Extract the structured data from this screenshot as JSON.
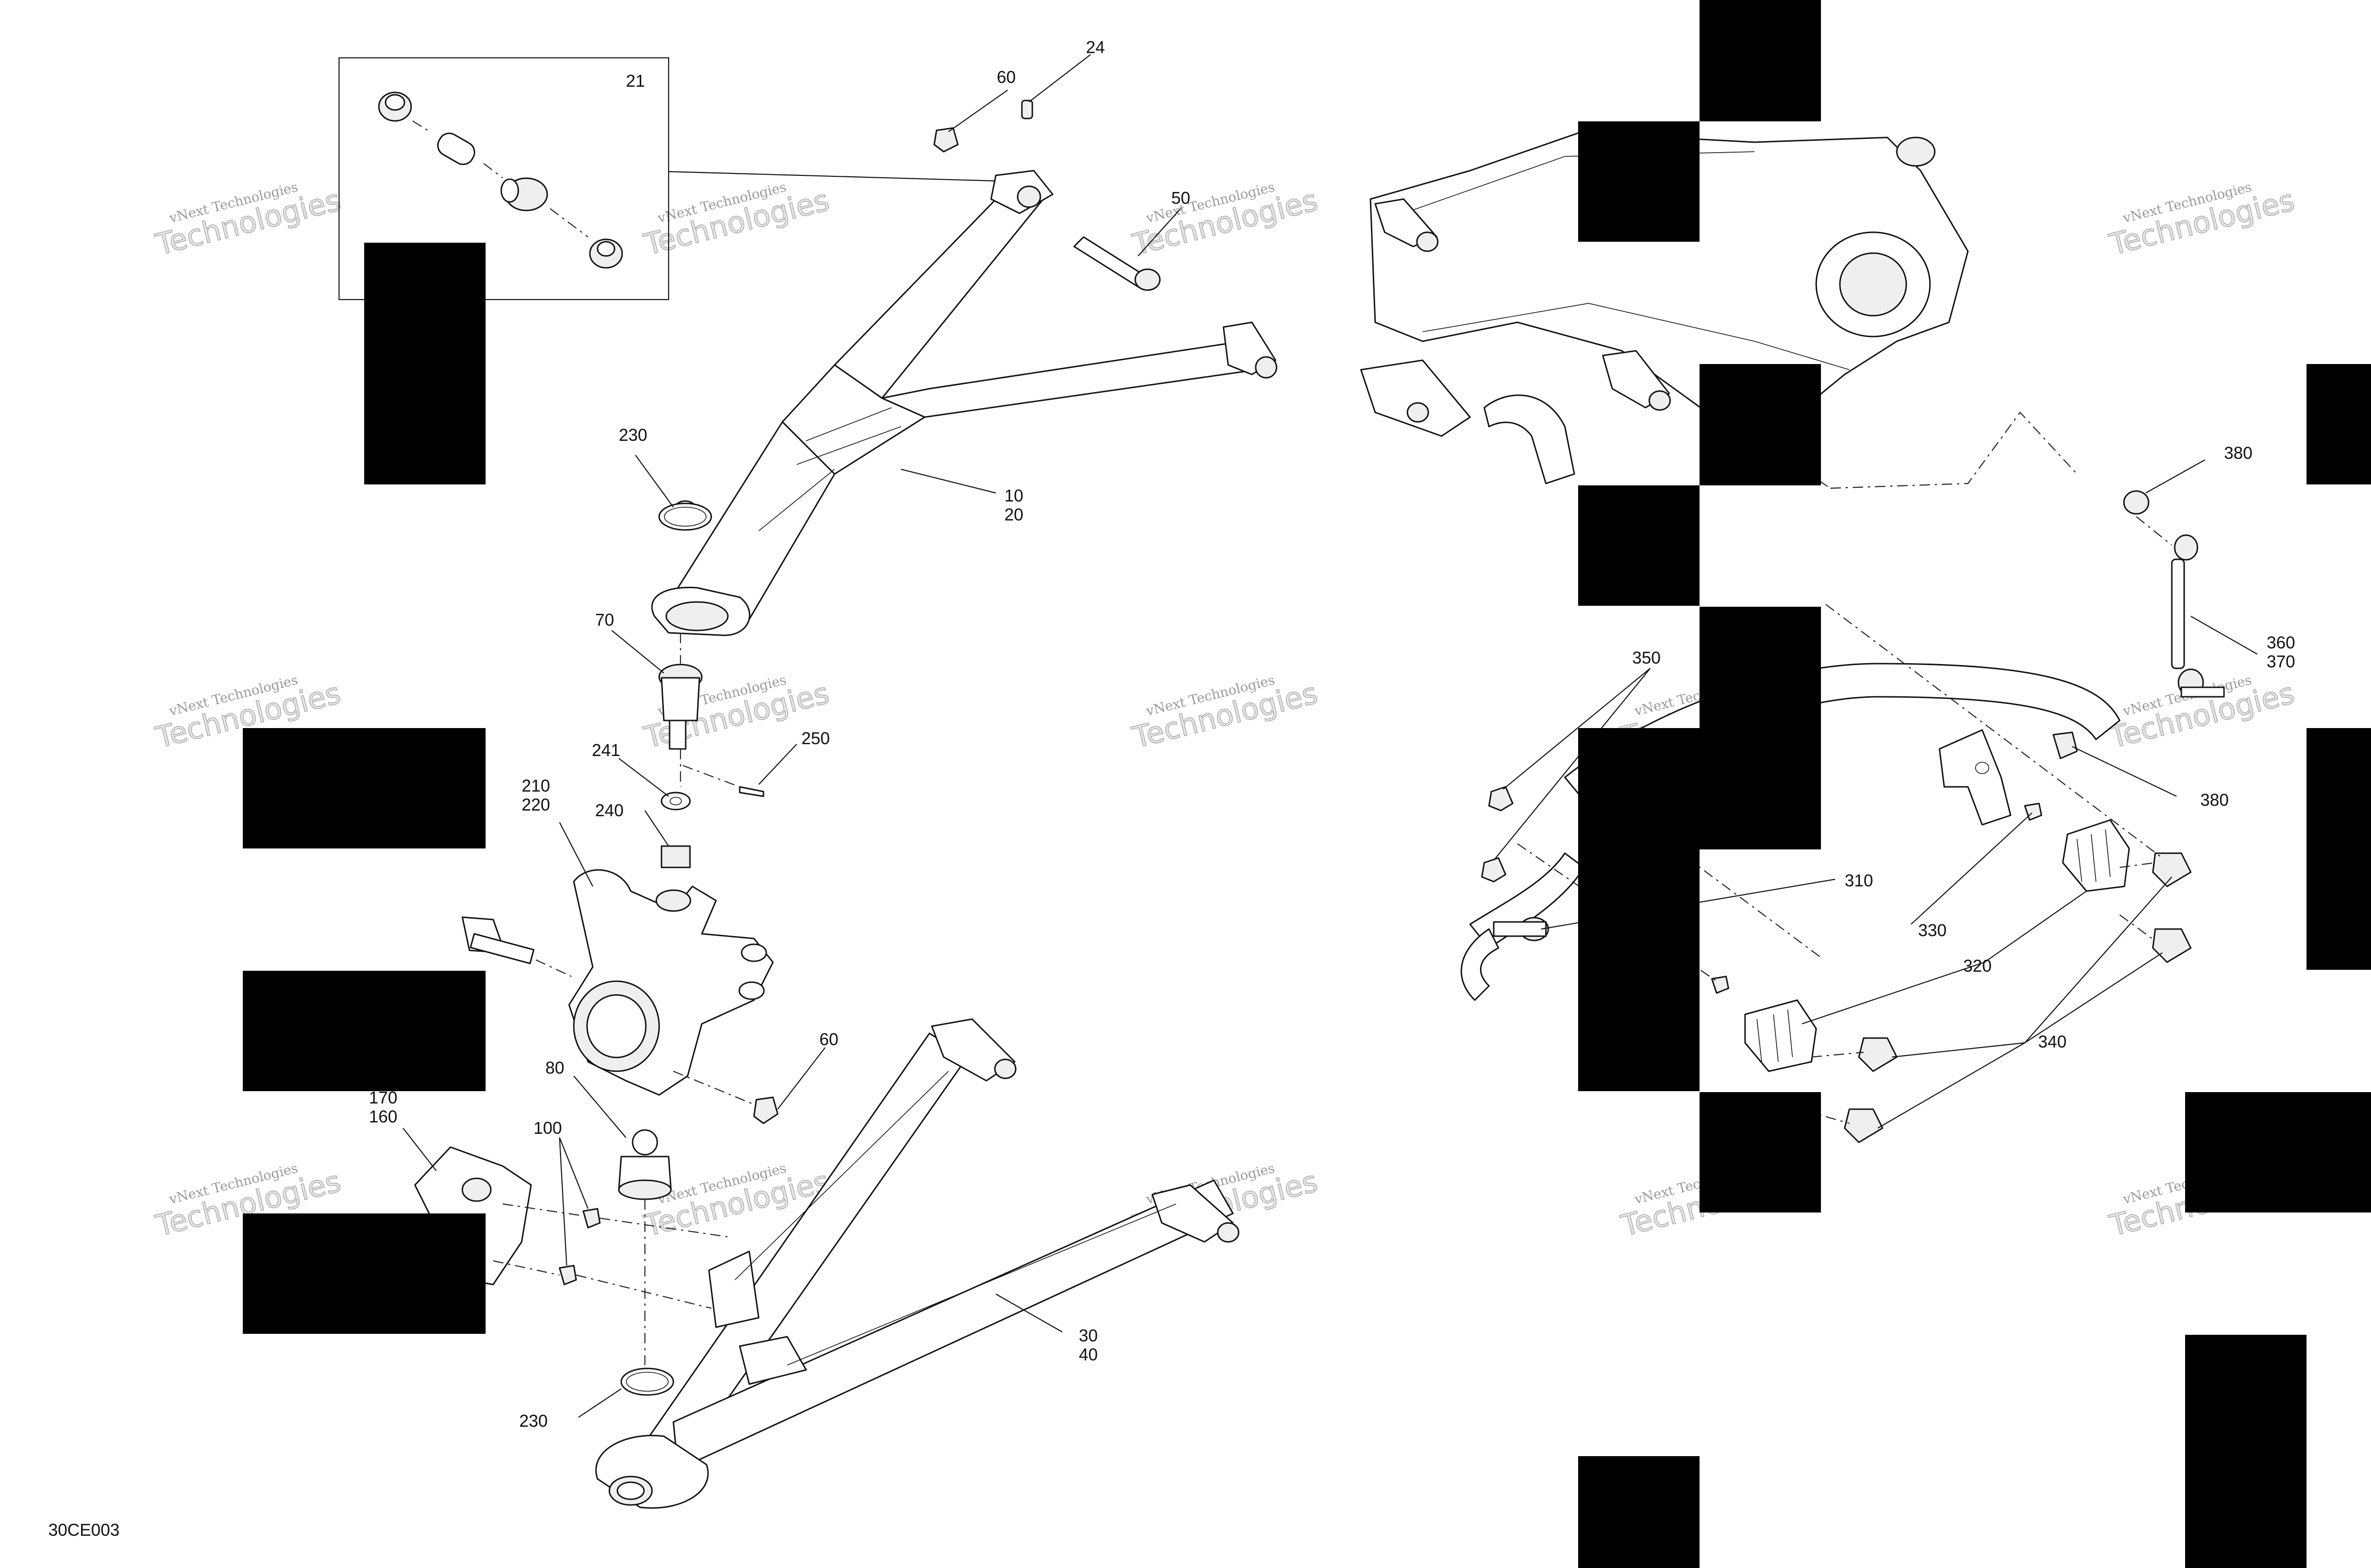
{
  "diagram_code": "30CE003",
  "watermark": {
    "line1": "vNext Technologies",
    "line2": "Technologies"
  },
  "callouts": {
    "c21": "21",
    "c24": "24",
    "c60a": "60",
    "c50": "50",
    "c230a": "230",
    "c10": "10",
    "c20": "20",
    "c70": "70",
    "c241": "241",
    "c250": "250",
    "c210": "210",
    "c220": "220",
    "c240": "240",
    "c60b": "60",
    "c80": "80",
    "c170": "170",
    "c160": "160",
    "c100": "100",
    "c30": "30",
    "c40": "40",
    "c230b": "230",
    "c380a": "380",
    "c360": "360",
    "c370": "370",
    "c350": "350",
    "c380b": "380",
    "c310": "310",
    "c330": "330",
    "c320": "320",
    "c340": "340"
  }
}
